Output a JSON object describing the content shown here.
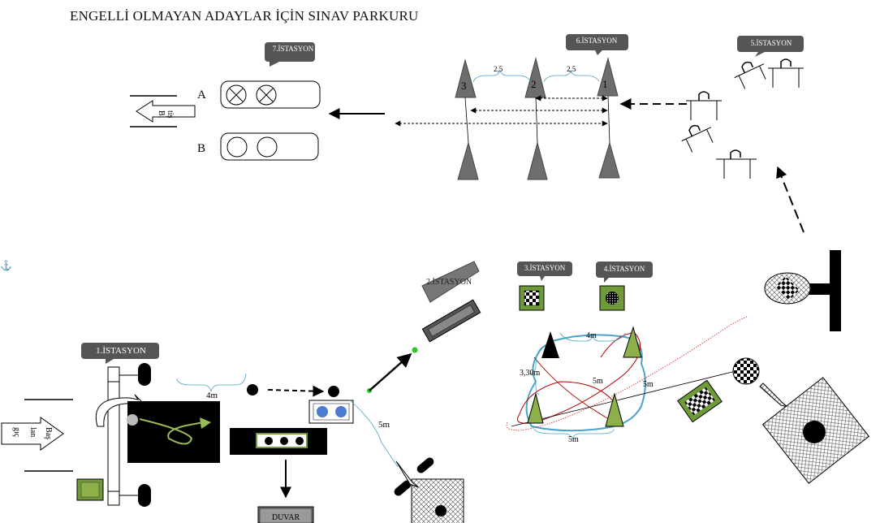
{
  "title": "ENGELLİ OLMAYAN ADAYLAR İÇİN SINAV PARKURU",
  "stations": {
    "s1": "1.İSTASYON",
    "s2": "2.İSTASYON",
    "s3": "3.İSTASYON",
    "s4": "4.İSTASYON",
    "s5": "5.İSTASYON",
    "s6": "6.İSTASYON",
    "s7": "7.İSTASYON"
  },
  "labels": {
    "lane_a": "A",
    "lane_b": "B",
    "exit_text": "Bı tiş",
    "exit_line1": "Bı",
    "exit_line2": "tiş",
    "start_line1": "Baş",
    "start_line2": "lan",
    "start_line3": "gıç",
    "wall": "DUVAR",
    "dist_4m_left": "4m",
    "dist_5m_left": "5m",
    "dist_4m_top": "4m",
    "dist_330m": "3,30m",
    "dist_5m_cross": "5m",
    "dist_5m_right": "5m",
    "dist_5m_bottom": "5m",
    "gap_25_left": "2,5",
    "gap_25_right": "2,5",
    "cone_1": "1",
    "cone_2": "2",
    "cone_3": "3"
  },
  "colors": {
    "callout_fill": "#555555",
    "cone_gray": "#6d6d6d",
    "cone_green": "#8db04a",
    "green_box": "#6f9a3a",
    "curve_blue": "#4aa3c8",
    "curve_red": "#b00000",
    "dot_green": "#22cc22"
  },
  "icons": {
    "anchor": "anchor-icon",
    "arrow": "arrow-icon"
  }
}
